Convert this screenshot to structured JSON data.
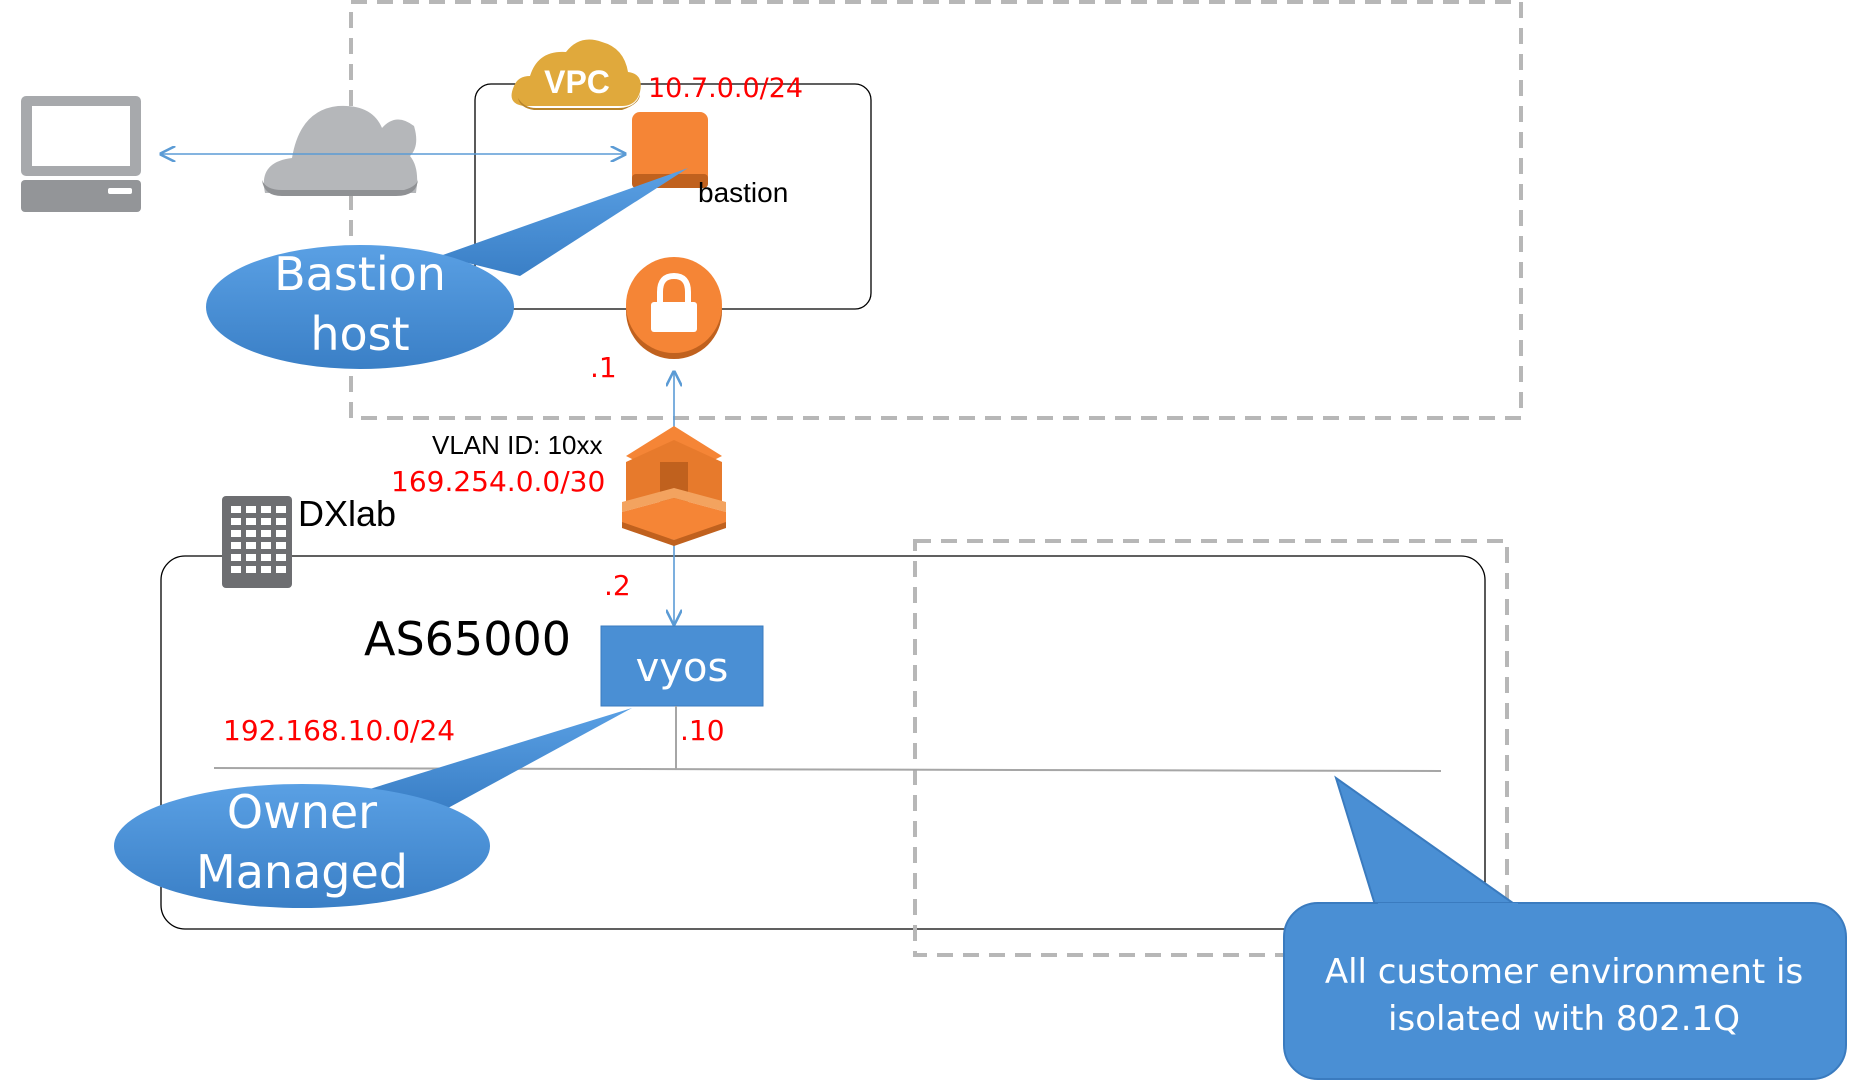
{
  "vpc": {
    "badge": "VPC",
    "cidr": "10.7.0.0/24",
    "bastion_label": "bastion"
  },
  "callouts": {
    "bastion_line1": "Bastion",
    "bastion_line2": "host",
    "owner_line1": "Owner",
    "owner_line2": "Managed",
    "isolation_line1": "All customer environment  is",
    "isolation_line2": "isolated with 802.1Q"
  },
  "link": {
    "vgw_ip": ".1",
    "vlan_id": "VLAN ID: 10xx",
    "link_cidr": "169.254.0.0/30",
    "router_ip": ".2"
  },
  "dxlab": {
    "name": "DXlab",
    "asn": "AS65000",
    "router_name": "vyos",
    "lan_cidr": "192.168.10.0/24",
    "lan_ip": ".10"
  },
  "colors": {
    "addr_red": "#ff0000",
    "callout_blue": "#4a90d9",
    "router_blue": "#4a8fd4",
    "aws_orange": "#f58536",
    "vpc_gold": "#e0a93c",
    "link_blue": "#5b9bd5",
    "dash_gray": "#b7b7b7"
  }
}
